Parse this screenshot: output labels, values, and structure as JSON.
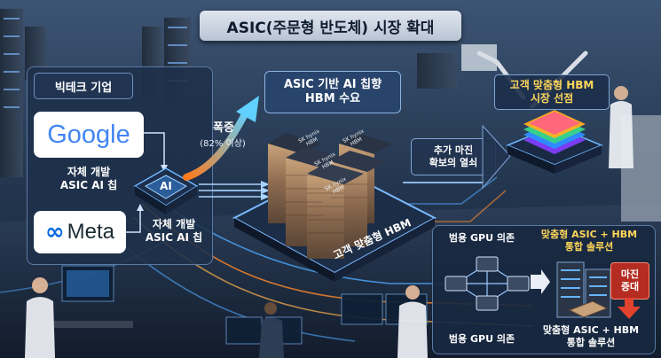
{
  "title": "ASIC(주문형 반도체) 시장 확대",
  "left_panel": {
    "header": "빅테크 기업",
    "google_logo": "Google",
    "google_caption": "자체 개발\nASIC AI 칩",
    "meta_logo": "Meta",
    "meta_caption": "자체 개발\nASIC AI 칩"
  },
  "chip_label": "AI",
  "surge_label": "폭증",
  "surge_sub": "(82% 이상)",
  "hbm_demand_box": "ASIC 기반 AI 칩향\nHBM 수요",
  "hbm_stack_label": "SK hynix\nHBM",
  "custom_hbm_label": "고객 맞춤형 HBM",
  "margin_box": "추가 마진\n확보의 열쇠",
  "preempt_box": "고객 맞춤형 HBM\n시장 선점",
  "comparison": {
    "left_top": "범용 GPU 의존",
    "left_bottom": "범용 GPU 의존",
    "right_top": "맞춤형 ASIC + HBM\n통합 솔루션",
    "right_bottom": "맞춤형 ASIC + HBM\n통합 솔루션",
    "margin_badge": "마진\n증대"
  },
  "colors": {
    "accent_blue": "#2f7bd6",
    "orange_glow": "#ff8a2a",
    "margin_red": "#e2432f"
  }
}
